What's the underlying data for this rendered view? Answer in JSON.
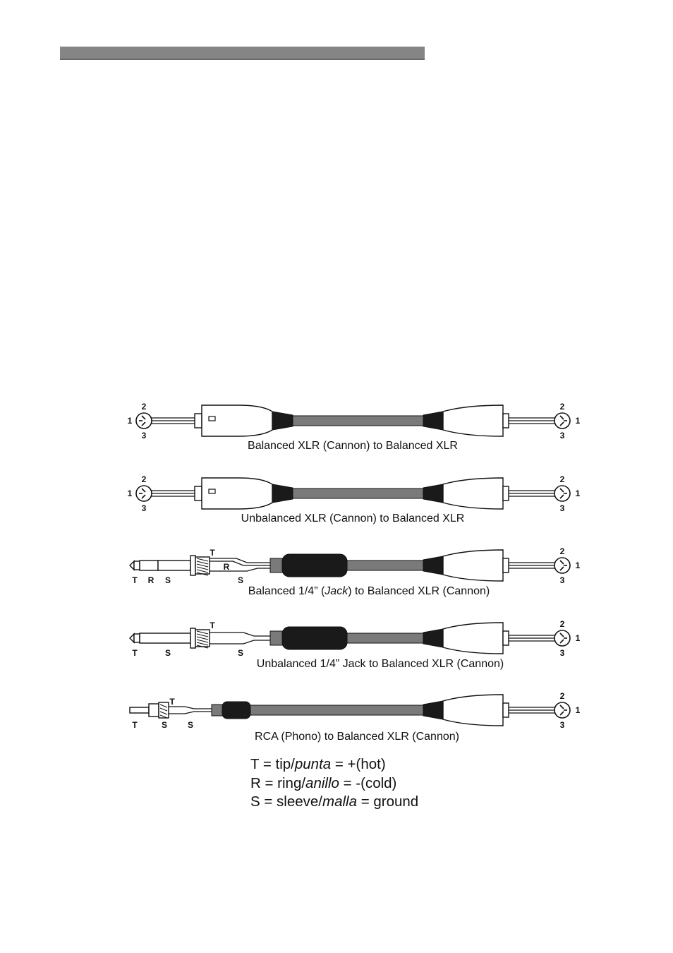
{
  "colors": {
    "cable": "#7a7a7a",
    "boot": "#1a1a1a",
    "outline": "#111111",
    "header_bar": "#858585"
  },
  "pin_labels": {
    "pin1": "1",
    "pin2": "2",
    "pin3": "3"
  },
  "jack_labels": {
    "tip": "T",
    "ring": "R",
    "sleeve": "S"
  },
  "cables": [
    {
      "left": "xlr",
      "caption": "Balanced XLR (Cannon) to Balanced XLR"
    },
    {
      "left": "xlr",
      "caption": "Unbalanced XLR (Cannon) to Balanced XLR"
    },
    {
      "left": "trs",
      "caption_parts": [
        "Balanced 1/4” (",
        "Jack",
        ") to Balanced XLR (Cannon)"
      ]
    },
    {
      "left": "ts",
      "caption": "Unbalanced 1/4” Jack to Balanced XLR (Cannon)"
    },
    {
      "left": "rca",
      "caption": "RCA (Phono) to Balanced XLR (Cannon)"
    }
  ],
  "legend": [
    {
      "prefix": "T = tip/",
      "italic": "punta",
      "suffix": " = +(hot)"
    },
    {
      "prefix": "R = ring/",
      "italic": "anillo",
      "suffix": " = -(cold)"
    },
    {
      "prefix": "S = sleeve/",
      "italic": "malla",
      "suffix": " = ground"
    }
  ]
}
